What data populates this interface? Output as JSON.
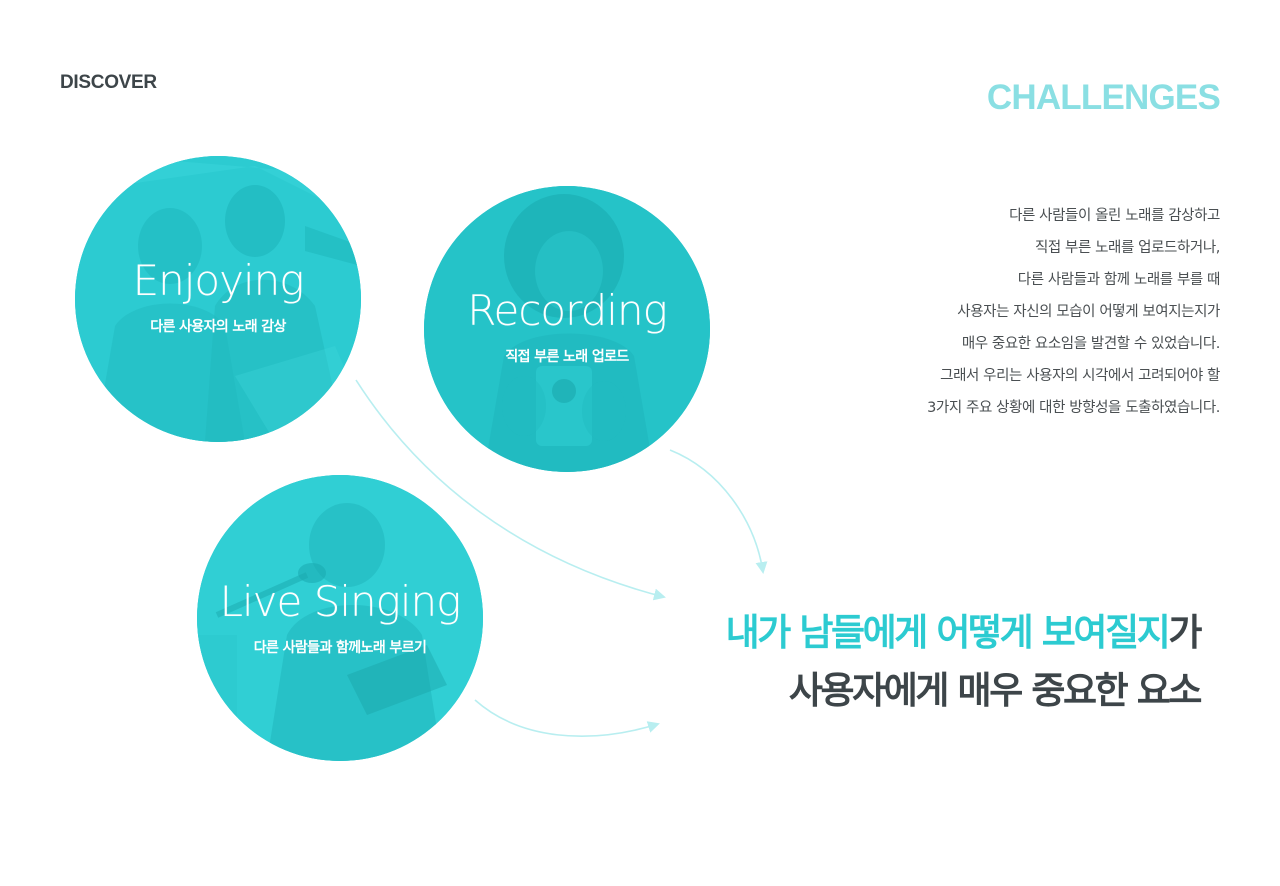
{
  "header": {
    "section_label": "DISCOVER",
    "page_heading": "CHALLENGES"
  },
  "description": {
    "lines": [
      "다른 사람들이 올린 노래를 감상하고",
      "직접 부른 노래를 업로드하거나,",
      "다른 사람들과 함께 노래를 부를 때",
      "사용자는 자신의 모습이 어떻게 보여지는지가",
      "매우 중요한 요소임을 발견할 수 있었습니다.",
      "그래서 우리는 사용자의 시각에서 고려되어야 할",
      "3가지 주요 상황에 대한 방향성을 도출하였습니다."
    ]
  },
  "situations": [
    {
      "title": "Enjoying",
      "subtitle": "다른 사용자의 노래 감상"
    },
    {
      "title": "Recording",
      "subtitle": "직접 부른 노래 업로드"
    },
    {
      "title": "Live Singing",
      "subtitle": "다른 사람들과 함께노래 부르기"
    }
  ],
  "conclusion": {
    "line1_highlight": "내가 남들에게 어떻게 보여질지",
    "line1_rest": "가",
    "line2": "사용자에게 매우 중요한 요소"
  },
  "colors": {
    "accent": "#2ccbd1",
    "heading_light": "#8adfe3",
    "text_dark": "#3d4549",
    "arrow": "#b8eef0"
  },
  "icons": {
    "photo_enjoying": "people-listening-photo",
    "photo_recording": "woman-filming-photo",
    "photo_live": "man-singing-photo"
  }
}
